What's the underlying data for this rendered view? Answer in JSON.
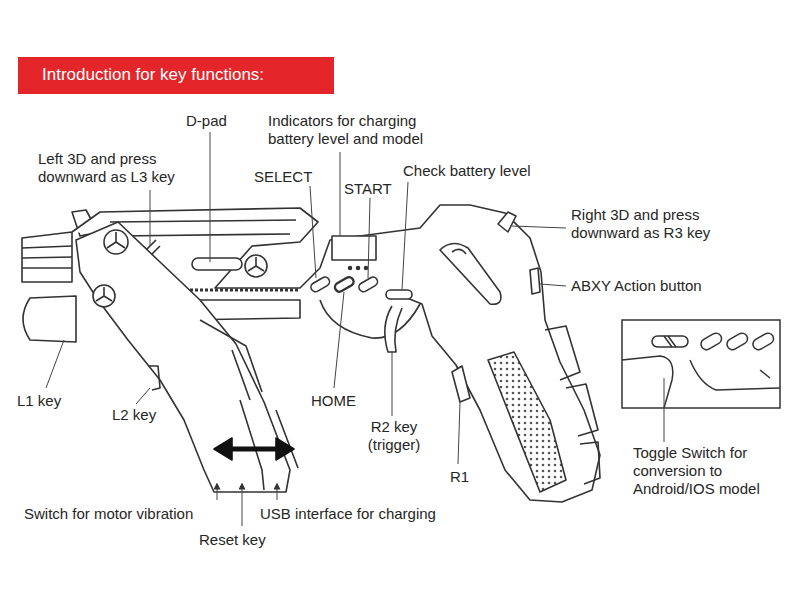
{
  "diagram": {
    "title": "Introduction for key functions:",
    "labels": [
      "D-pad",
      "Indicators for charging battery level and model",
      "Left 3D and press downward as L3 key",
      "SELECT",
      "START",
      "Check battery level",
      "Right 3D and press downward as R3 key",
      "ABXY Action button",
      "L1 key",
      "L2 key",
      "HOME",
      "R2 key (trigger)",
      "R1",
      "Toggle Switch for conversion to Android/IOS model",
      "Switch for motor vibration",
      "USB interface for charging",
      "Reset key"
    ]
  }
}
